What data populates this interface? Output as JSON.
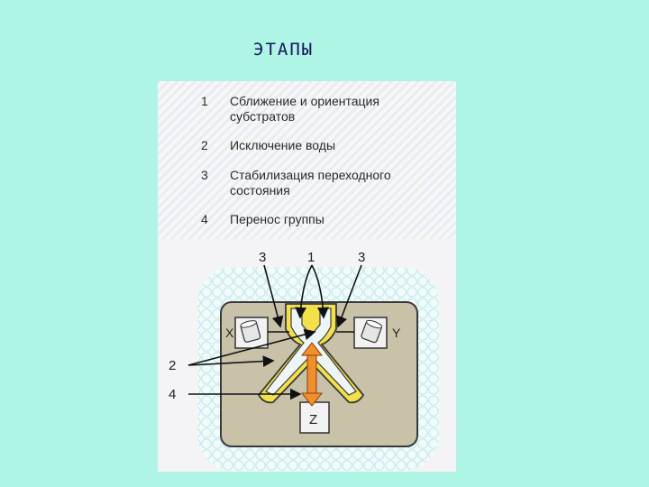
{
  "title": "ЭТАПЫ",
  "stages": [
    {
      "num": "1",
      "text": "Сближение и ориентация субстратов"
    },
    {
      "num": "2",
      "text": "Исключение воды"
    },
    {
      "num": "3",
      "text": "Стабилизация переходного состояния"
    },
    {
      "num": "4",
      "text": "Перенос группы"
    }
  ],
  "diagram_labels": {
    "callout_3_left": "3",
    "callout_1": "1",
    "callout_3_right": "3",
    "callout_2": "2",
    "callout_4": "4",
    "substrate_x": "X",
    "substrate_y": "Y",
    "group_z": "Z"
  },
  "colors": {
    "background": "#aff5e6",
    "title": "#16165c",
    "enzyme_body": "#c8c2a8",
    "cleft_outline": "#f3e04a",
    "transfer_arrow": "#f0902a",
    "water_bubbles": "#cfeef0"
  }
}
